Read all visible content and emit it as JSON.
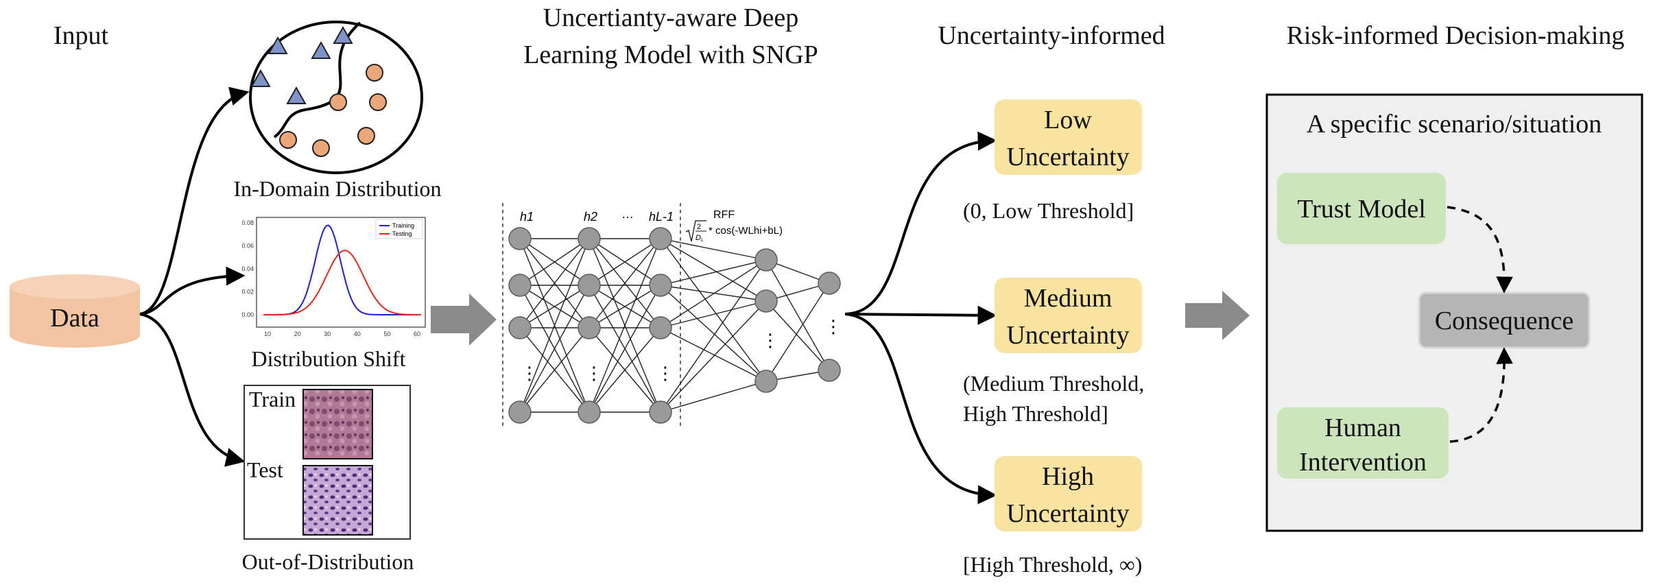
{
  "headers": {
    "input": "Input",
    "model_line1": "Uncertianty-aware Deep",
    "model_line2": "Learning Model with SNGP",
    "uncertainty": "Uncertainty-informed",
    "decision": "Risk-informed Decision-making"
  },
  "data_label": "Data",
  "input_captions": {
    "in_domain": "In-Domain Distribution",
    "shift": "Distribution Shift",
    "ood": "Out-of-Distribution"
  },
  "ood_panel": {
    "train_label": "Train",
    "test_label": "Test"
  },
  "shift_chart": {
    "legend": [
      "Training",
      "Testing"
    ],
    "series_colors": [
      "#1f1fd0",
      "#e0261a"
    ],
    "xticks": [
      "10",
      "20",
      "30",
      "40",
      "50",
      "60"
    ],
    "yticks": [
      "0.00",
      "0.02",
      "0.04",
      "0.06",
      "0.08"
    ]
  },
  "network": {
    "layer_labels": [
      "h1",
      "h2",
      "…",
      "hL-1"
    ],
    "dots": "⋮",
    "rff_label": "RFF",
    "rff_formula": "* cos(-WLhi+bL)"
  },
  "uncertainty_levels": [
    {
      "line1": "Low",
      "line2": "Uncertainty",
      "range": "(0, Low Threshold]",
      "range2": ""
    },
    {
      "line1": "Medium",
      "line2": "Uncertainty",
      "range": "(Medium Threshold,",
      "range2": "High Threshold]"
    },
    {
      "line1": "High",
      "line2": "Uncertainty",
      "range": "[High Threshold, ∞)",
      "range2": ""
    }
  ],
  "decision_panel": {
    "title": "A specific scenario/situation",
    "trust_model": "Trust Model",
    "consequence": "Consequence",
    "human_line1": "Human",
    "human_line2": "Intervention"
  },
  "colors": {
    "data_cylinder": "#f2c4a2",
    "uncertainty_box": "#f9e3a0",
    "green_box": "#cde5bd",
    "consequence_box": "#b5b5b5",
    "panel_bg": "#efefef",
    "triangle": "#7f95c8",
    "circle": "#eaa77a",
    "gray_arrow": "#8a8a8a"
  }
}
